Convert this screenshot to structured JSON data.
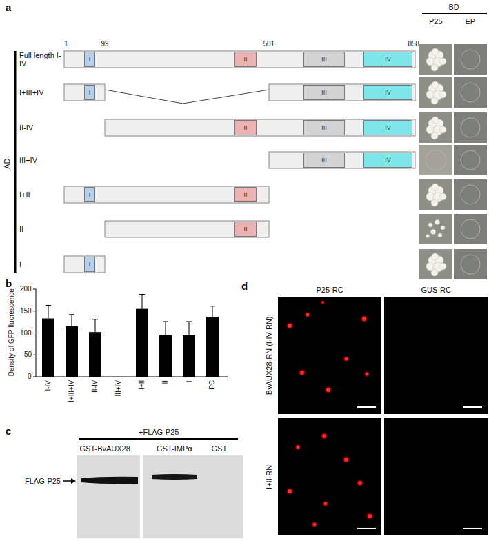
{
  "diagram": {
    "nodes": [
      {
        "text": [
          "I"
        ]
      },
      {
        "text": [
          "II"
        ]
      },
      {
        "text": [
          "III"
        ]
      },
      {
        "text": [
          "IV"
        ]
      },
      {
        "text": [
          "I"
        ]
      },
      {
        "text": [
          "III"
        ]
      },
      {
        "text": [
          "IV"
        ]
      },
      {
        "text": [
          "II"
        ]
      },
      {
        "text": [
          "III"
        ]
      },
      {
        "text": [
          "IV"
        ]
      },
      {
        "text": [
          "III"
        ]
      },
      {
        "text": [
          "IV"
        ]
      },
      {
        "text": [
          "I"
        ]
      },
      {
        "text": [
          "II"
        ]
      },
      {
        "text": [
          "II"
        ]
      },
      {
        "text": [
          "I"
        ]
      }
    ],
    "labels": [
      "a",
      "1",
      "99",
      "501",
      "858",
      "BD-",
      "P25",
      "EP",
      "AD-",
      "Full length I-IV",
      "I+III+IV",
      "II-IV",
      "III+IV",
      "I+II",
      "II",
      "I",
      "b",
      "Density of GFP fluorescence",
      "0",
      "50",
      "100",
      "150",
      "200",
      "I-IV",
      "I+III+IV",
      "II-IV",
      "III+IV",
      "I+II",
      "II",
      "I",
      "PC",
      "c",
      "+FLAG-P25",
      "GST-BvAUX28",
      "GST-IMPα",
      "GST",
      "FLAG-P25",
      "d",
      "P25-RC",
      "GUS-RC",
      "BvAUX28-RN (I-IV-RN)",
      "I+II-RN"
    ]
  }
}
